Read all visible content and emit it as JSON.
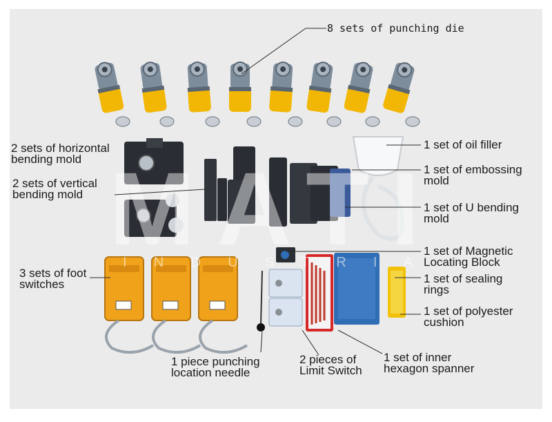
{
  "colors": {
    "background": "#ebebeb",
    "die_yellow": "#f2b705",
    "steel": "#7d8d9c",
    "mold_dark": "#2a2e34",
    "switch_orange": "#f0a21a",
    "pouch_blue": "#2f6db5",
    "hex_red": "#d62828"
  },
  "watermark": {
    "letters": "MATI",
    "subtitle": "I N D U S T R I A"
  },
  "labels": {
    "punching_die": "8 sets of punching die",
    "horizontal_mold": [
      "2 sets of horizontal",
      "bending mold"
    ],
    "vertical_mold": [
      "2 sets of vertical",
      "bending mold"
    ],
    "foot_switches": [
      "3 sets of foot",
      "switches"
    ],
    "oil_filler": "1 set of oil filler",
    "embossing_mold": [
      "1 set of embossing",
      "mold"
    ],
    "u_bending_mold": [
      "1 set of U bending",
      "mold"
    ],
    "magnetic_block": [
      "1 set of Magnetic",
      "Locating Block"
    ],
    "sealing_rings": [
      "1 set of sealing",
      "rings"
    ],
    "polyester_cushion": [
      "1 set of polyester",
      "cushion"
    ],
    "location_needle": [
      "1 piece punching",
      "location needle"
    ],
    "limit_switch": [
      "2 pieces of",
      "Limit Switch"
    ],
    "hexagon_spanner": [
      "1 set of inner",
      "hexagon spanner"
    ]
  },
  "icons": [
    "punching-die-icon",
    "mold-icon",
    "foot-switch-icon",
    "oil-filler-icon",
    "hex-key-icon"
  ]
}
